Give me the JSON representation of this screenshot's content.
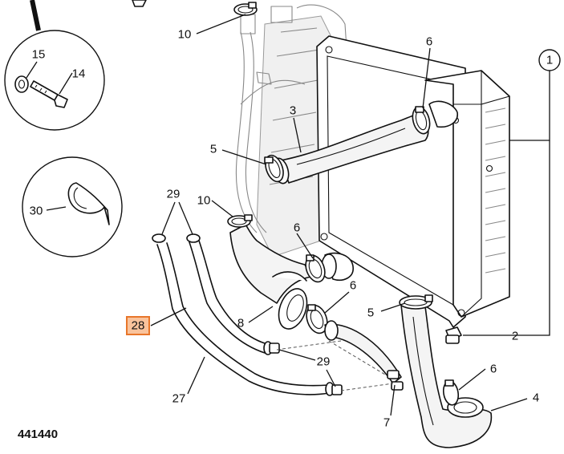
{
  "figure_id": "441440",
  "highlighted_callout": "28",
  "highlight_color": "#e8762a",
  "callouts": {
    "c1": "1",
    "c2": "2",
    "c3": "3",
    "c4": "4",
    "c5a": "5",
    "c5b": "5",
    "c6a": "6",
    "c6b": "6",
    "c6c": "6",
    "c6d": "6",
    "c7": "7",
    "c8": "8",
    "c10a": "10",
    "c10b": "10",
    "c14": "14",
    "c15": "15",
    "c27": "27",
    "c28": "28",
    "c29a": "29",
    "c29b": "29",
    "c30": "30"
  }
}
